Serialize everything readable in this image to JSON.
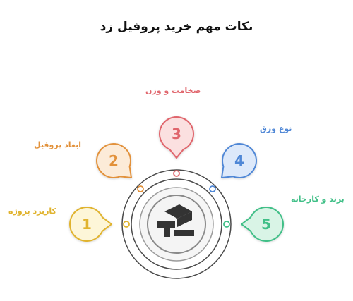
{
  "title": "نکات مهم خرید پروفیل زد",
  "center_icon": "profile-z-icon",
  "steps": [
    {
      "number": "1",
      "label": "کاربرد پروژه",
      "color": "#e0b32e",
      "fill": "#fdf6d8"
    },
    {
      "number": "2",
      "label": "ابعاد پروفیل",
      "color": "#e2913a",
      "fill": "#fcebd8"
    },
    {
      "number": "3",
      "label": "ضخامت و وزن",
      "color": "#e0656c",
      "fill": "#fbe0e0"
    },
    {
      "number": "4",
      "label": "نوع ورق",
      "color": "#4f87d6",
      "fill": "#dde9fa"
    },
    {
      "number": "5",
      "label": "برند و کارخانه",
      "color": "#3fbf87",
      "fill": "#d9f4e6"
    }
  ]
}
